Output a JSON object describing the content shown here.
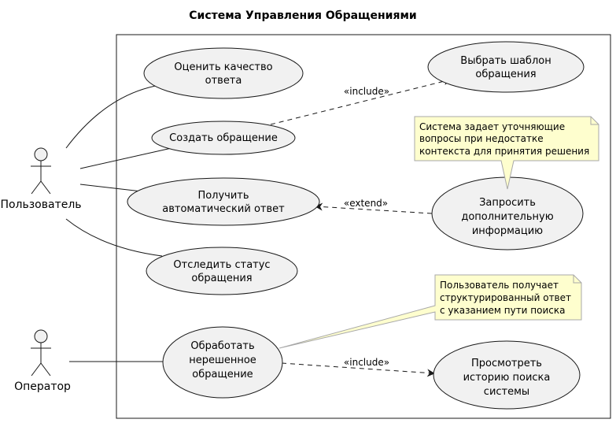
{
  "title": "Система Управления Обращениями",
  "actors": {
    "user": "Пользователь",
    "operator": "Оператор"
  },
  "use_cases": {
    "rate": [
      "Оценить качество",
      "ответа"
    ],
    "template": [
      "Выбрать шаблон",
      "обращения"
    ],
    "create": [
      "Создать обращение"
    ],
    "auto_answer": [
      "Получить",
      "автоматический ответ"
    ],
    "request_info": [
      "Запросить",
      "дополнительную",
      "информацию"
    ],
    "track": [
      "Отследить статус",
      "обращения"
    ],
    "process": [
      "Обработать",
      "нерешенное",
      "обращение"
    ],
    "history": [
      "Просмотреть",
      "историю поиска",
      "системы"
    ]
  },
  "relations": {
    "include_template": "«include»",
    "extend_request": "«extend»",
    "include_history": "«include»"
  },
  "notes": {
    "request_note": [
      "Система задает уточняющие",
      "вопросы при недостатке",
      "контекста для принятия решения"
    ],
    "process_note": [
      "Пользователь получает",
      "структурированный ответ",
      "с указанием пути поиска"
    ]
  },
  "colors": {
    "usecase_fill": "#f1f1f1",
    "note_fill": "#fefece",
    "note_stroke": "#a8a8a8",
    "stroke": "#181818"
  }
}
